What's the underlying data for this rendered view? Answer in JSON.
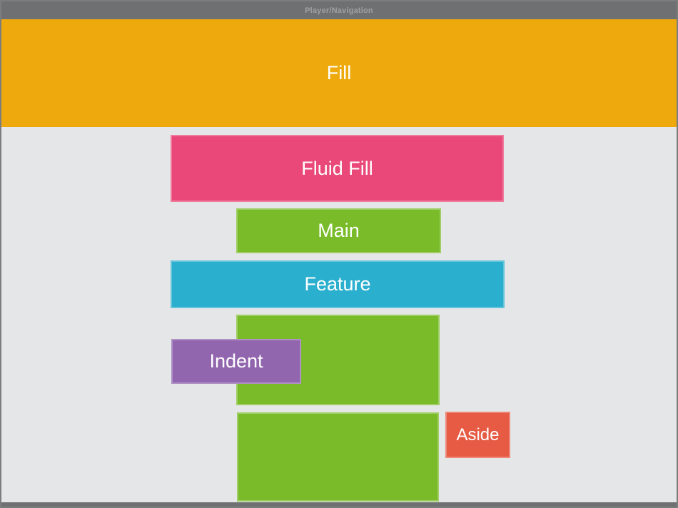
{
  "diagram": {
    "title_bar": {
      "label": "Player/Navigation"
    },
    "regions": {
      "fill": {
        "label": "Fill",
        "color": "#EEAA0C"
      },
      "fluid_fill": {
        "label": "Fluid Fill",
        "color": "#E94878"
      },
      "main": {
        "label": "Main",
        "color": "#79BB29"
      },
      "feature": {
        "label": "Feature",
        "color": "#2BAFCE"
      },
      "content_block_top": {
        "label": "",
        "color": "#79BB29"
      },
      "indent": {
        "label": "Indent",
        "color": "#9166AE"
      },
      "content_block_bottom": {
        "label": "",
        "color": "#79BB29"
      },
      "aside": {
        "label": "Aside",
        "color": "#E75B44"
      }
    },
    "colors": {
      "background": "#E5E6E7",
      "chrome_bar": "#6E7071",
      "chrome_text": "#9EA0A2",
      "page_border": "#7B7D7E",
      "label_text": "#FFFFFF"
    }
  }
}
